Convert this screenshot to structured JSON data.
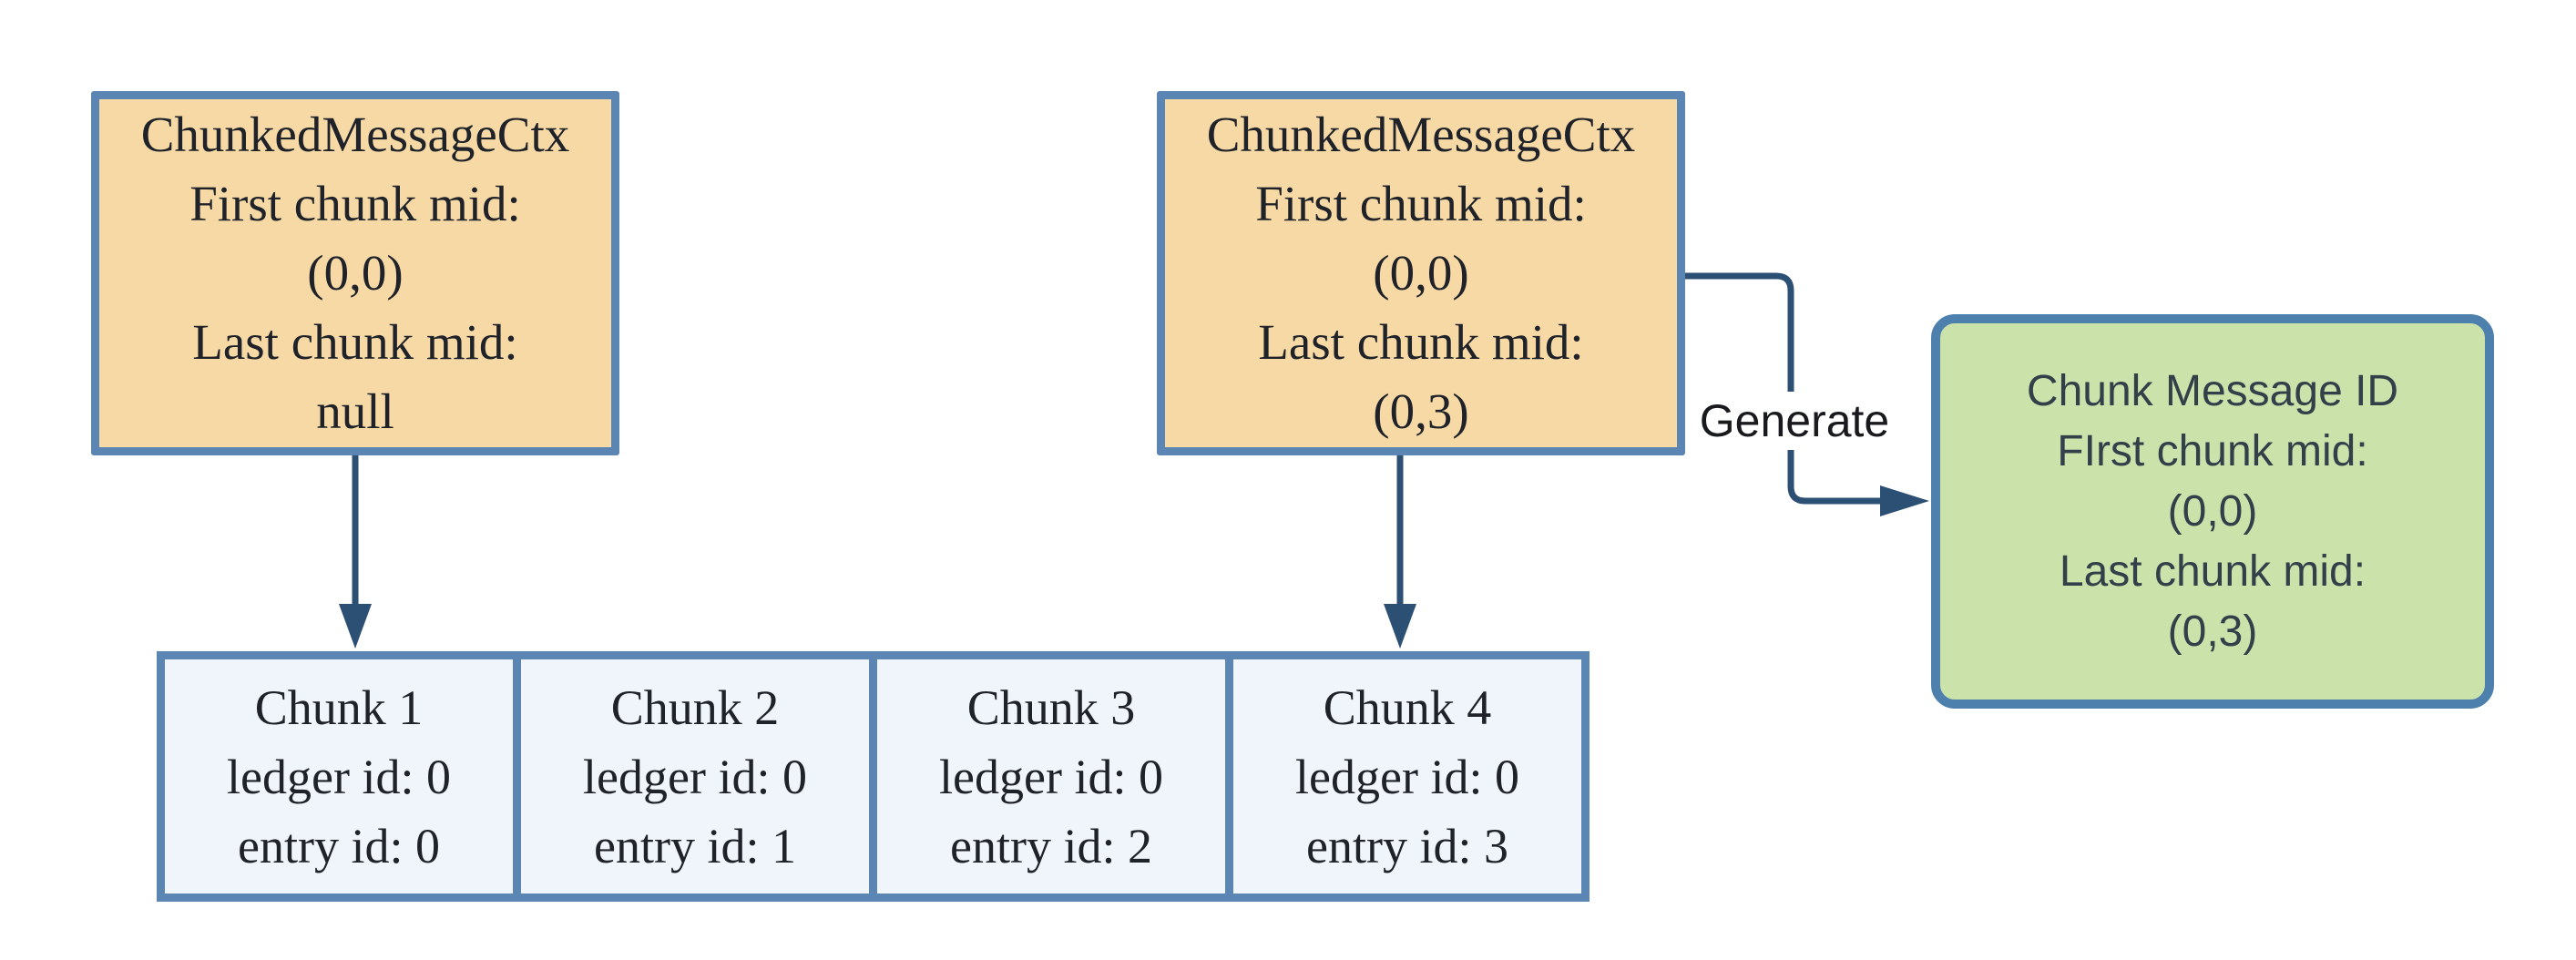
{
  "colors": {
    "canvas_bg": "#ffffff",
    "border_blue": "#5b86b4",
    "green_border": "#4e80ae",
    "orange_fill": "#f7d9a6",
    "green_fill": "#cbe3ab",
    "chunk_fill": "#eff5fb",
    "arrow": "#2c4f74",
    "serif_text": "#1f2329",
    "green_text": "#33404a",
    "label_text": "#181a1e"
  },
  "nodes": {
    "ctx1": {
      "lines": [
        "ChunkedMessageCtx",
        "First chunk mid:",
        "(0,0)",
        "Last chunk mid:",
        "null"
      ]
    },
    "ctx2": {
      "lines": [
        "ChunkedMessageCtx",
        "First chunk mid:",
        "(0,0)",
        "Last chunk mid:",
        "(0,3)"
      ]
    },
    "chunk_message_id": {
      "lines": [
        "Chunk Message ID",
        "FIrst chunk mid:",
        "(0,0)",
        "Last chunk mid:",
        "(0,3)"
      ]
    },
    "chunks": [
      {
        "lines": [
          "Chunk 1",
          "ledger id: 0",
          "entry id: 0"
        ]
      },
      {
        "lines": [
          "Chunk 2",
          "ledger id: 0",
          "entry id: 1"
        ]
      },
      {
        "lines": [
          "Chunk 3",
          "ledger id: 0",
          "entry id: 2"
        ]
      },
      {
        "lines": [
          "Chunk 4",
          "ledger id: 0",
          "entry id: 3"
        ]
      }
    ]
  },
  "connector": {
    "label": "Generate"
  }
}
